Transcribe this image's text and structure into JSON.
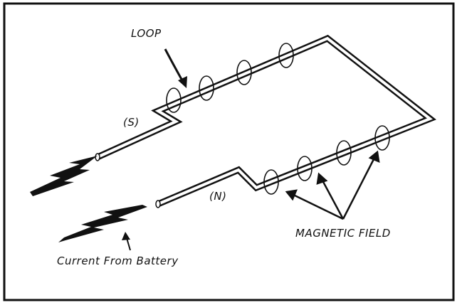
{
  "labels": {
    "loop": "LOOP",
    "south_pole": "(S)",
    "north_pole": "(N)",
    "magnetic_field": "MAGNETIC FIELD",
    "current_source": "Current From Battery"
  },
  "colors": {
    "ink": "#111111",
    "background": "#ffffff",
    "wire_fill": "#ffffff"
  }
}
